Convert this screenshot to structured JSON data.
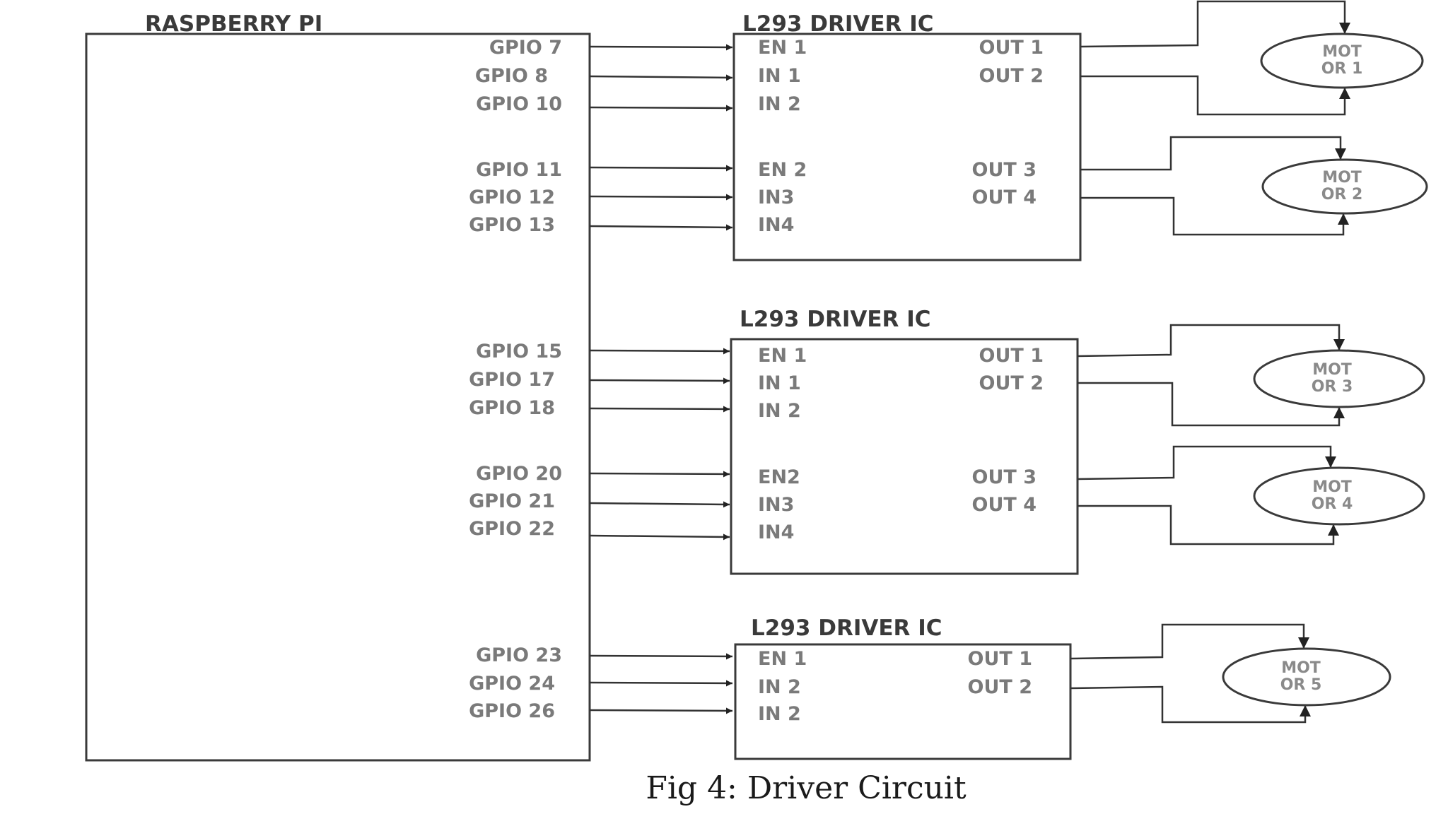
{
  "pi_label": "RASPBERRY PI",
  "gpio_labels": [
    "GPIO 7",
    "GPIO 8",
    "GPIO 10",
    "GPIO 11",
    "GPIO 12",
    "GPIO 13",
    "GPIO 15",
    "GPIO 17",
    "GPIO 18",
    "GPIO 20",
    "GPIO 21",
    "GPIO 22",
    "GPIO 23",
    "GPIO 24",
    "GPIO 26"
  ],
  "drivers": [
    {
      "title": "L293 DRIVER IC",
      "inputs": [
        "EN 1",
        "IN 1",
        "IN 2",
        "EN 2",
        "IN3",
        "IN4"
      ],
      "outputs": [
        "OUT 1",
        "OUT 2",
        "OUT 3",
        "OUT 4"
      ]
    },
    {
      "title": "L293 DRIVER IC",
      "inputs": [
        "EN 1",
        "IN 1",
        "IN 2",
        "EN2",
        "IN3",
        "IN4"
      ],
      "outputs": [
        "OUT 1",
        "OUT 2",
        "OUT 3",
        "OUT 4"
      ]
    },
    {
      "title": "L293 DRIVER IC",
      "inputs": [
        "EN 1",
        "IN 2",
        "IN 2"
      ],
      "outputs": [
        "OUT 1",
        "OUT 2"
      ]
    }
  ],
  "motors": [
    {
      "line1": "MOT",
      "line2": "OR 1"
    },
    {
      "line1": "MOT",
      "line2": "OR 2"
    },
    {
      "line1": "MOT",
      "line2": "OR 3"
    },
    {
      "line1": "MOT",
      "line2": "OR 4"
    },
    {
      "line1": "MOT",
      "line2": "OR 5"
    }
  ],
  "caption": "Fig 4: Driver Circuit"
}
